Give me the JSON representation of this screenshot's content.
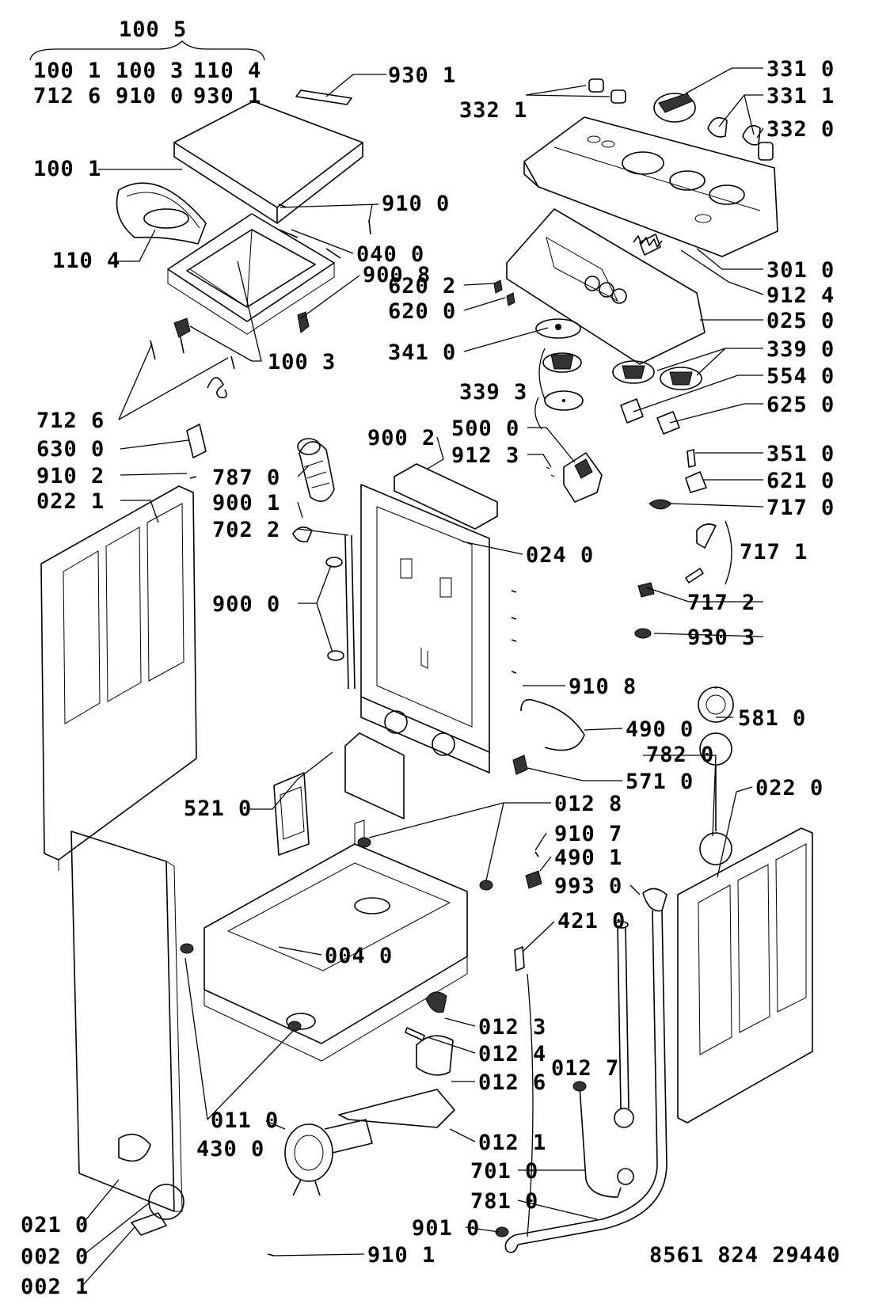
{
  "labels": {
    "kit_header": "100 5",
    "kit_row1_a": "100 1",
    "kit_row1_b": "100 3",
    "kit_row1_c": "110 4",
    "kit_row2_a": "712 6",
    "kit_row2_b": "910 0",
    "kit_row2_c": "930 1",
    "l_930_1": "930 1",
    "l_100_1": "100 1",
    "l_910_0": "910 0",
    "l_110_4": "110 4",
    "l_040_0": "040 0",
    "l_900_8": "900 8",
    "l_100_3": "100 3",
    "l_712_6": "712 6",
    "l_630_0": "630 0",
    "l_910_2": "910 2",
    "l_022_1": "022 1",
    "l_787_0": "787 0",
    "l_900_1": "900 1",
    "l_702_2": "702 2",
    "l_900_0": "900 0",
    "l_900_2": "900 2",
    "l_024_0": "024 0",
    "l_332_1": "332 1",
    "l_331_0": "331 0",
    "l_331_1": "331 1",
    "l_332_0": "332 0",
    "l_301_0": "301 0",
    "l_912_4": "912 4",
    "l_620_2": "620 2",
    "l_620_0": "620 0",
    "l_025_0": "025 0",
    "l_341_0": "341 0",
    "l_339_0": "339 0",
    "l_339_3": "339 3",
    "l_554_0": "554 0",
    "l_625_0": "625 0",
    "l_500_0": "500 0",
    "l_912_3": "912 3",
    "l_351_0": "351 0",
    "l_621_0": "621 0",
    "l_717_0": "717 0",
    "l_717_1": "717 1",
    "l_717_2": "717 2",
    "l_930_3": "930 3",
    "l_910_8": "910 8",
    "l_490_0": "490 0",
    "l_581_0": "581 0",
    "l_571_0": "571 0",
    "l_782_0": "782 0",
    "l_022_0": "022 0",
    "l_521_0": "521 0",
    "l_012_8": "012 8",
    "l_910_7": "910 7",
    "l_490_1": "490 1",
    "l_993_0": "993 0",
    "l_421_0": "421 0",
    "l_004_0": "004 0",
    "l_012_3": "012 3",
    "l_012_4": "012 4",
    "l_012_6": "012 6",
    "l_012_7": "012 7",
    "l_012_1": "012 1",
    "l_011_0": "011 0",
    "l_430_0": "430 0",
    "l_701_0": "701 0",
    "l_781_0": "781 0",
    "l_021_0": "021 0",
    "l_002_0": "002 0",
    "l_002_1": "002 1",
    "l_901_0": "901 0",
    "l_910_1": "910 1",
    "doc_number": "8561 824 29440"
  }
}
